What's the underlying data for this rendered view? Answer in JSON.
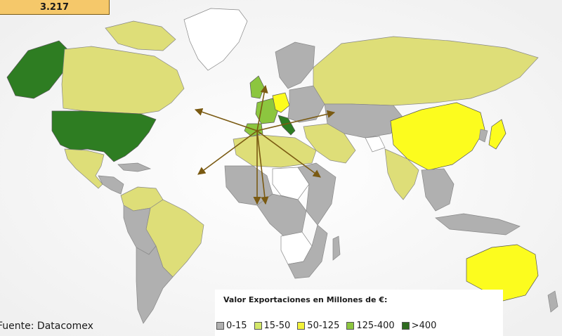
{
  "value_box": {
    "text": "3.217"
  },
  "source": {
    "text": "Fuente: Datacomex"
  },
  "legend": {
    "title": "Valor Exportaciones en Millones de €:",
    "items": [
      {
        "label": "0-15",
        "color": "#b0b0b0"
      },
      {
        "label": "15-50",
        "color": "#d4e86a"
      },
      {
        "label": "50-125",
        "color": "#f2f23a"
      },
      {
        "label": "125-400",
        "color": "#8cc63f"
      },
      {
        "label": ">400",
        "color": "#2e6b1f"
      }
    ]
  },
  "map_colors": {
    "ocean": "#ffffff",
    "grey": "#b0b0b0",
    "khaki": "#dede78",
    "yellow": "#fcfc1e",
    "lightgreen": "#8cc63f",
    "darkgreen": "#2e7d22",
    "white_country": "#ffffff",
    "arrow": "#7a5a12"
  }
}
